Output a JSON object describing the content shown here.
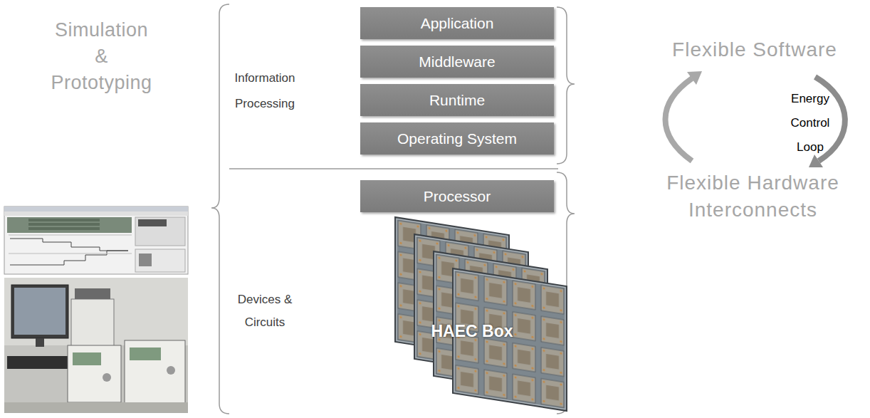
{
  "diagram": {
    "nodes": [
      {
        "text": [
          "Application"
        ]
      },
      {
        "text": [
          "Middleware"
        ]
      },
      {
        "text": [
          "Runtime"
        ]
      },
      {
        "text": [
          "Operating System"
        ]
      },
      {
        "text": [
          "Processor"
        ]
      },
      {
        "text": [
          "HAEC Box"
        ]
      }
    ],
    "labels": [
      "Simulation & Prototyping",
      "Information Processing",
      "Devices & Circuits",
      "Flexible Software",
      "Energy Control Loop",
      "Flexible Hardware Interconnects"
    ]
  }
}
